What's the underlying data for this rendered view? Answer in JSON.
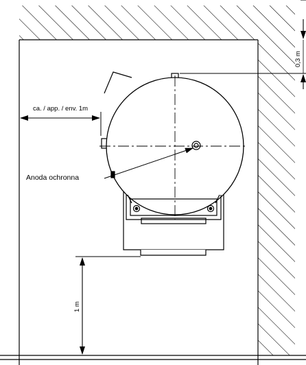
{
  "dimensions": {
    "wall_clearance": "ca. / app. / env. 1m",
    "floor_clearance": "1 m",
    "ceiling_clearance": "0,3 m"
  },
  "callouts": {
    "anode": "Anoda ochronna"
  }
}
